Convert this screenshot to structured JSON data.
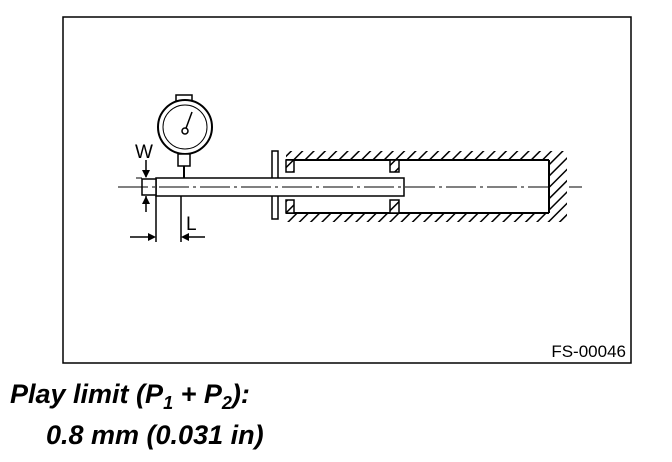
{
  "figure": {
    "labels": {
      "w": "W",
      "l": "L",
      "code": "FS-00046"
    }
  },
  "caption": {
    "line1_prefix": "Play limit (P",
    "sub1": "1",
    "plus": " + P",
    "sub2": "2",
    "line1_suffix": "):",
    "line2": "0.8 mm (0.031 in)"
  }
}
